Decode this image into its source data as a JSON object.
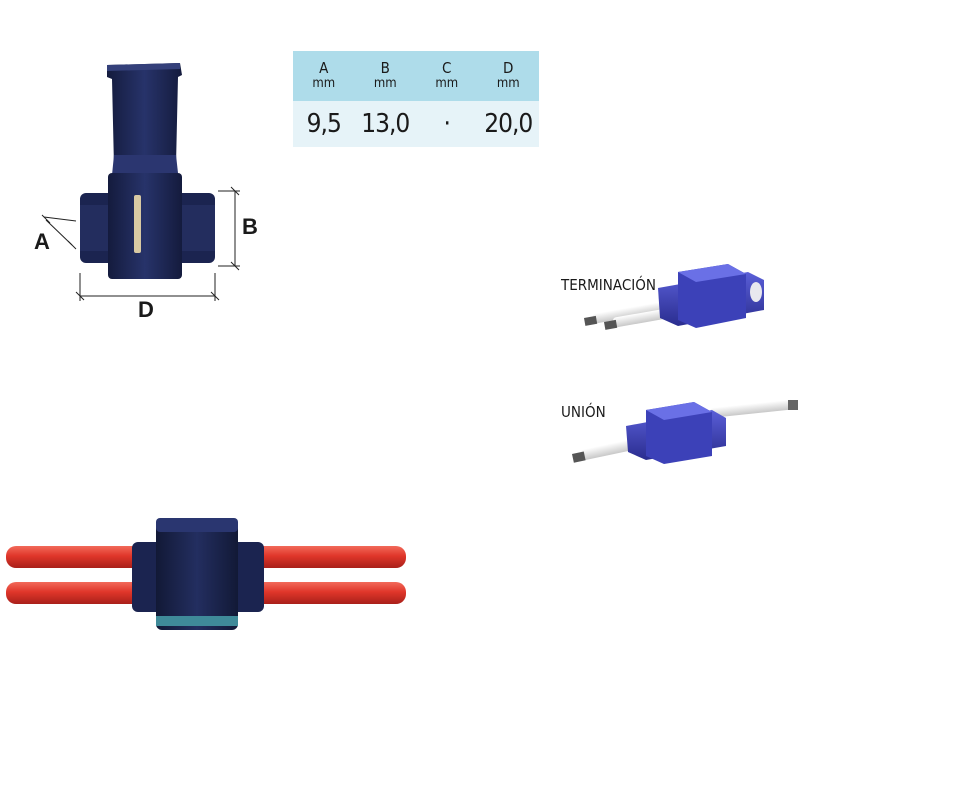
{
  "table": {
    "headers": [
      {
        "letter": "A",
        "unit": "mm"
      },
      {
        "letter": "B",
        "unit": "mm"
      },
      {
        "letter": "C",
        "unit": "mm"
      },
      {
        "letter": "D",
        "unit": "mm"
      }
    ],
    "values": [
      "9,5",
      "13,0",
      "·",
      "20,0"
    ]
  },
  "diagram": {
    "label_a": "A",
    "label_b": "B",
    "label_d": "D"
  },
  "photos": {
    "termination_label": "TERMINACIÓN",
    "union_label": "UNIÓN"
  },
  "colors": {
    "connector_dark": "#1f2a55",
    "connector_blue": "#3a3fb0",
    "wire_red": "#e0362a",
    "table_header": "#aedcea",
    "table_body": "#e6f3f8"
  }
}
